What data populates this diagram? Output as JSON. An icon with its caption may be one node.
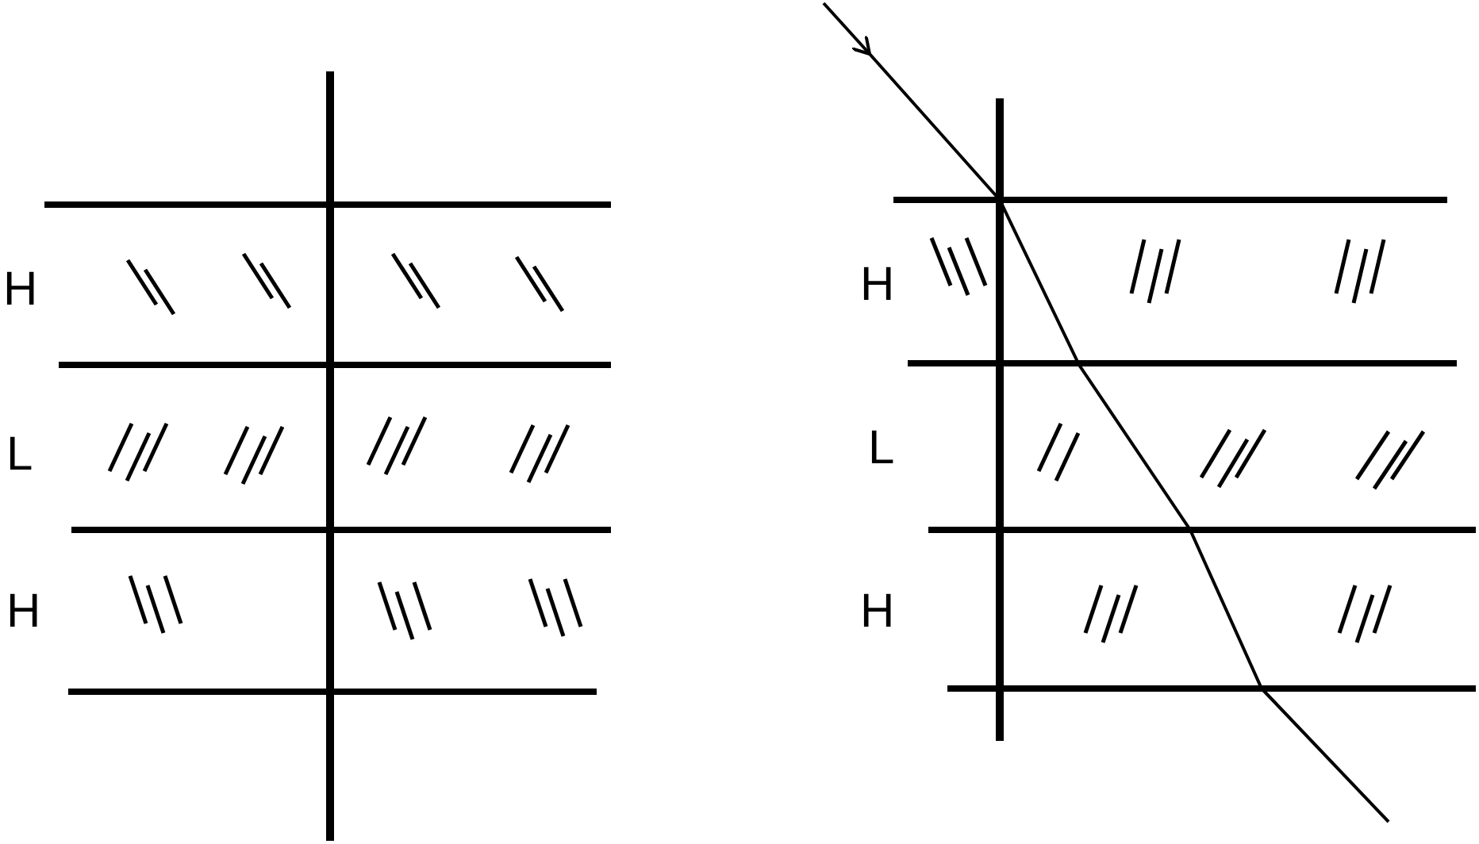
{
  "diagram": {
    "labels": [
      "H",
      "H",
      "L",
      "L",
      "H",
      "H"
    ]
  }
}
